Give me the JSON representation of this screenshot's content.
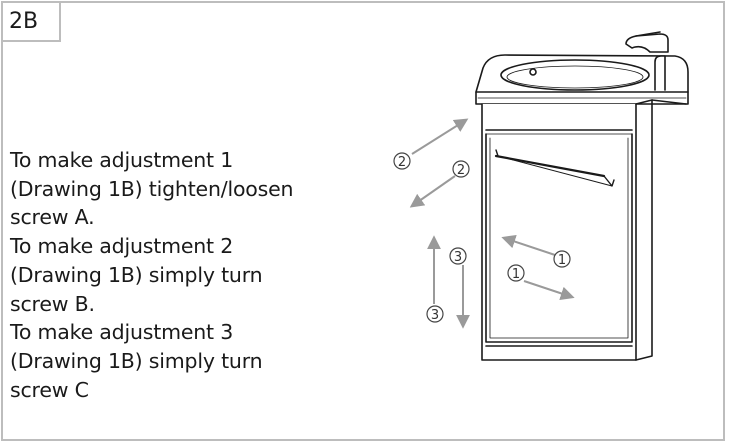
{
  "section_label": "2B",
  "instructions": [
    "To make adjustment 1",
    "(Drawing 1B) tighten/loosen",
    "screw A.",
    "To make adjustment 2",
    "(Drawing 1B) simply turn",
    "screw B.",
    "To make adjustment 3",
    "(Drawing 1B) simply turn",
    "screw C"
  ],
  "callouts": {
    "adj1_a": "1",
    "adj1_b": "1",
    "adj2_a": "2",
    "adj2_b": "2",
    "adj3_a": "3",
    "adj3_b": "3"
  },
  "colors": {
    "frame": "#bdbdbd",
    "arrow": "#9a9a9a",
    "line_art": "#1a1a1a"
  }
}
